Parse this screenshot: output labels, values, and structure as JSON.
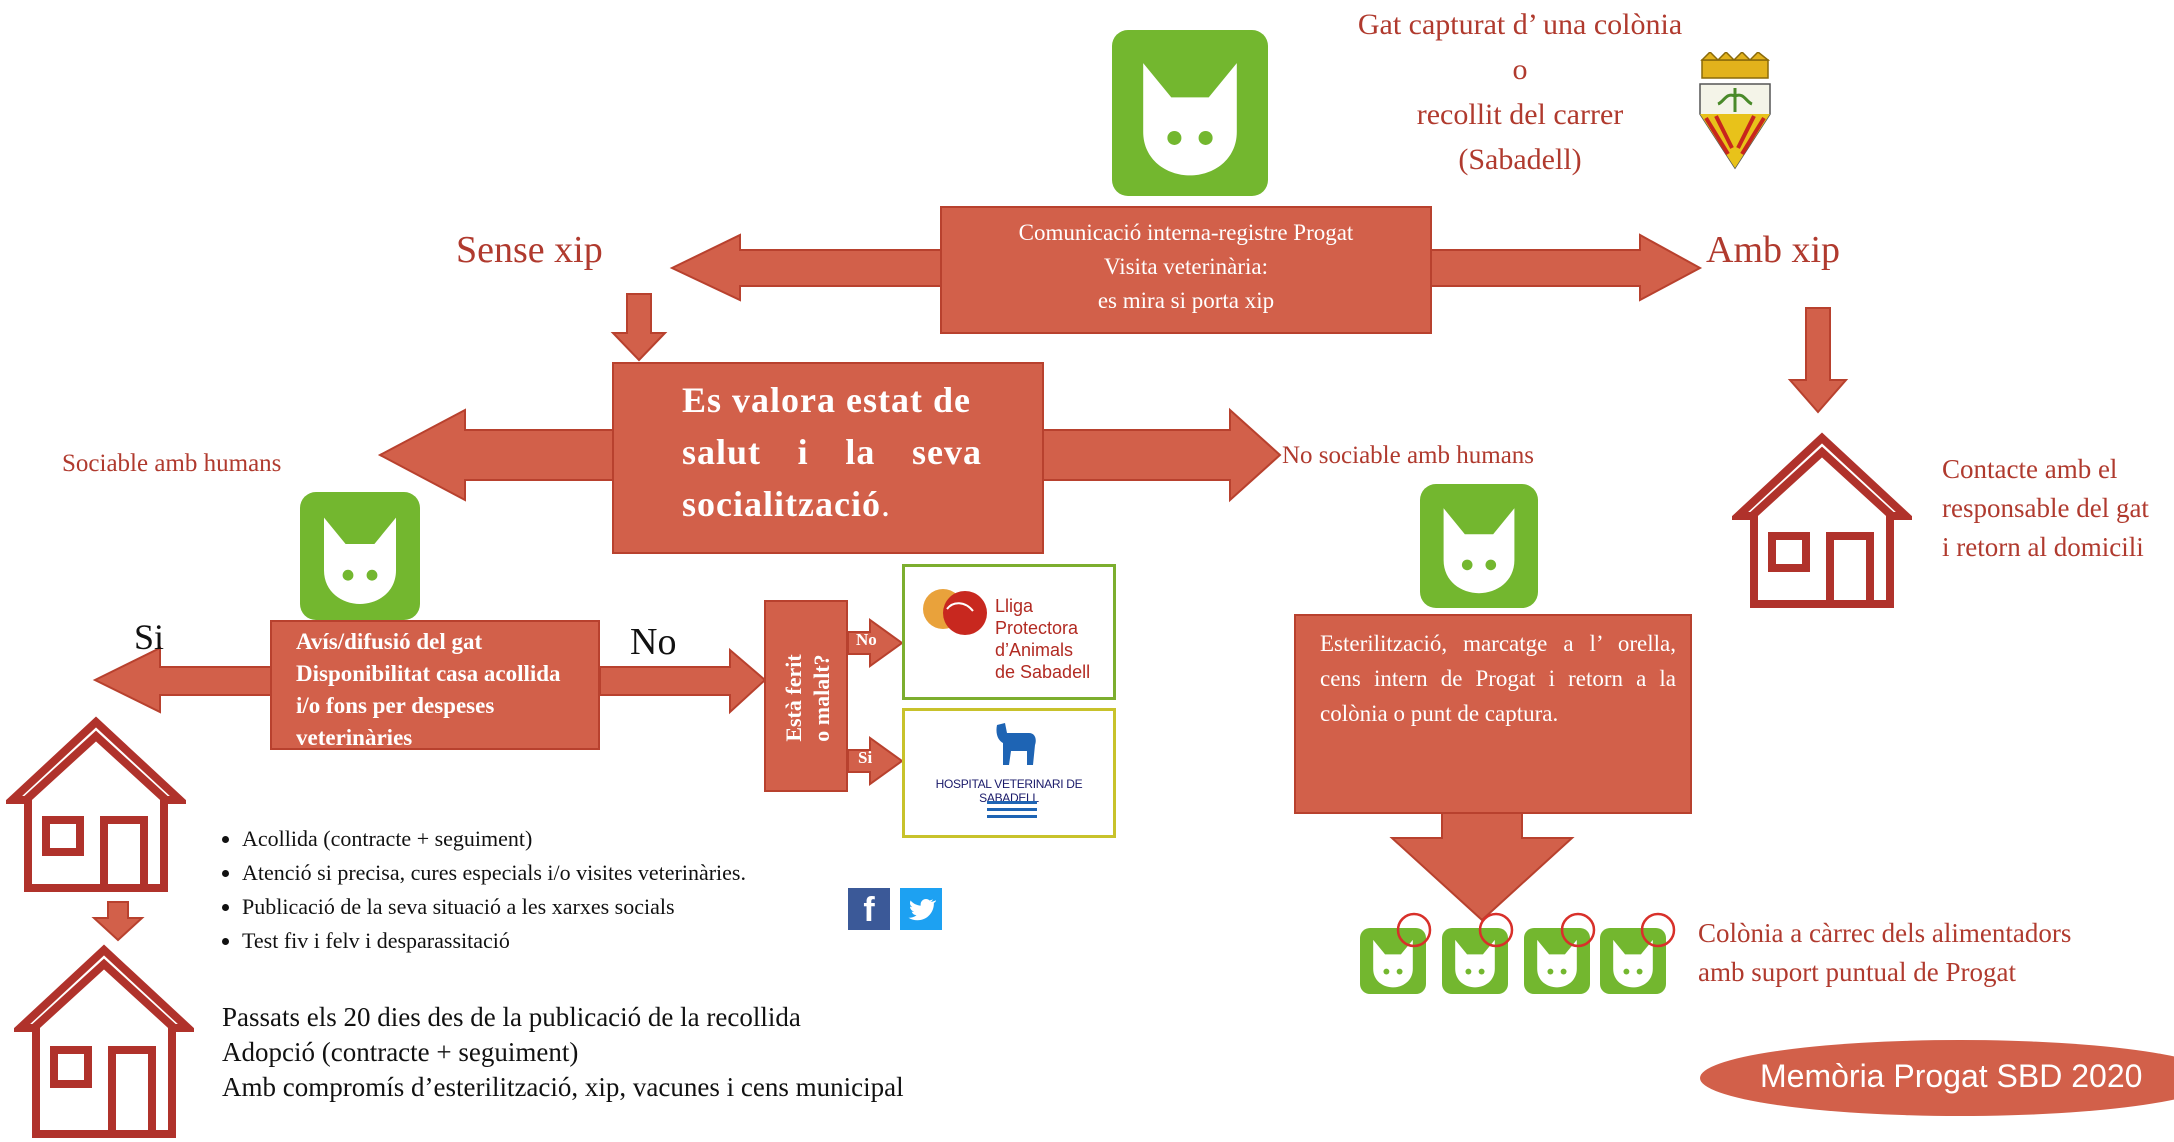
{
  "top": {
    "title_line1": "Gat capturat d’ una colònia",
    "title_line2": "o",
    "title_line3": "recollit del carrer",
    "title_line4": "(Sabadell)"
  },
  "center_box": {
    "line1": "Comunicació interna-registre Progat",
    "line2": "Visita veterinària:",
    "line3": "es mira si porta xip"
  },
  "branches": {
    "sense_xip": "Sense xip",
    "amb_xip": "Amb xip"
  },
  "valuation": {
    "line1": "Es valora estat de",
    "line2": "salut i la seva",
    "line3": "socialització",
    "line3_end": "."
  },
  "social": {
    "sociable": "Sociable amb humans",
    "no_sociable": "No sociable amb humans"
  },
  "contact": {
    "line1": "Contacte amb el",
    "line2": "responsable del gat",
    "line3": "i retorn al domicili"
  },
  "avis_box": {
    "line1": "Avís/difusió del gat",
    "line2": "Disponibilitat casa acollida",
    "line3": "i/o fons per despeses",
    "line4": "veterinàries"
  },
  "answers": {
    "si": "Si",
    "no": "No",
    "small_no": "No",
    "small_si": "Si"
  },
  "ferit": {
    "line1": "Està ferit",
    "line2": "o malalt?"
  },
  "lliga": {
    "line1": "Lliga",
    "line2": "Protectora",
    "line3": "d’Animals",
    "line4": "de Sabadell"
  },
  "hospital": {
    "text": "HOSPITAL VETERINARI DE SABADELL"
  },
  "steril_box": {
    "text": "Esterilització, marcatge a l’ orella, cens intern de Progat i retorn a la colònia o punt de captura."
  },
  "bullets": [
    "Acollida (contracte + seguiment)",
    "Atenció si precisa, cures especials i/o visites veterinàries.",
    "Publicació de la seva situació a les xarxes socials",
    "Test fiv i felv i desparassitació"
  ],
  "adoption": {
    "line1": "Passats els 20 dies des de la publicació de la recollida",
    "line2": "Adopció (contracte + seguiment)",
    "line3": "Amb compromís d’esterilització, xip, vacunes i cens municipal"
  },
  "colony": {
    "line1": "Colònia a càrrec dels alimentadors",
    "line2": "amb suport puntual de Progat"
  },
  "footer": {
    "memoria": "Memòria Progat SBD 2020"
  },
  "icons": {
    "facebook": "f",
    "twitter": "t"
  },
  "colors": {
    "arrow_fill": "#d2604a",
    "arrow_stroke": "#b8412e",
    "cat_green": "#73b72f",
    "text_red": "#b03a2e",
    "house": "#b0322b",
    "lliga_border": "#7cae2e",
    "hospital_border": "#c8c22b"
  }
}
